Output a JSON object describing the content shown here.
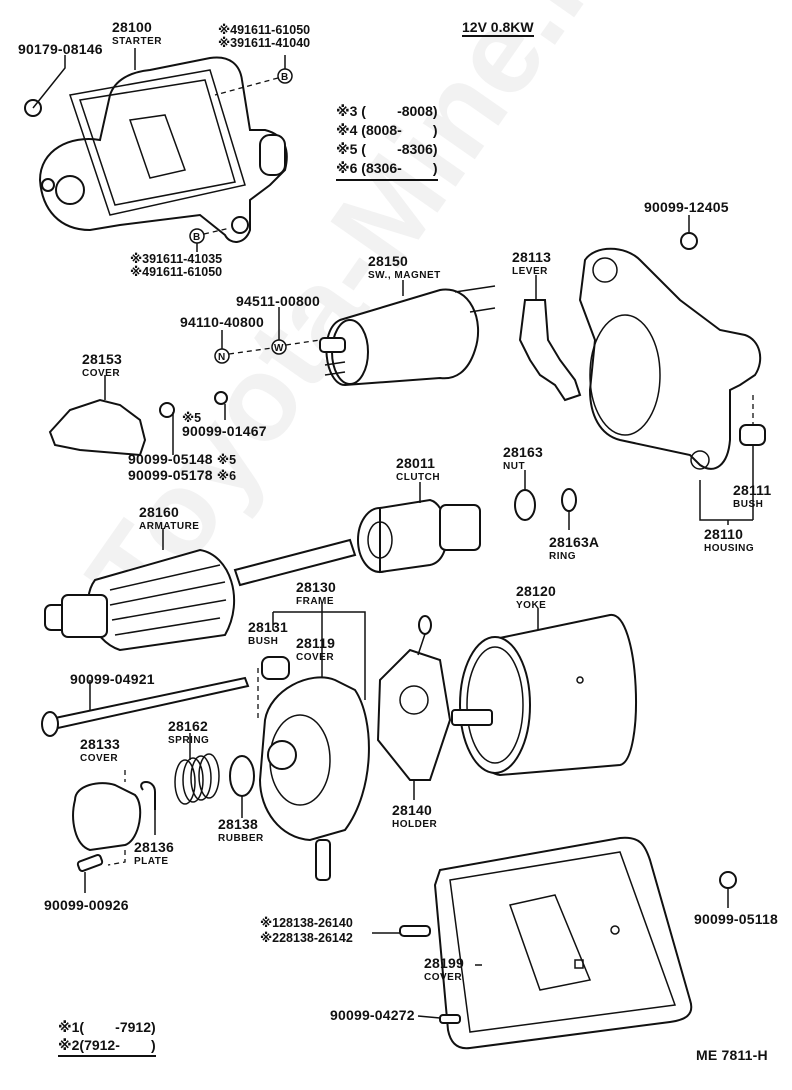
{
  "header": {
    "spec": "12V 0.8KW",
    "drawing_code": "ME 7811-H",
    "watermark": "Toyota-Mine.ru"
  },
  "notes_top": [
    {
      "mark": "※3",
      "range": "(        -8008)"
    },
    {
      "mark": "※4",
      "range": "(8008-        )"
    },
    {
      "mark": "※5",
      "range": "(        -8306)"
    },
    {
      "mark": "※6",
      "range": "(8306-        )"
    }
  ],
  "notes_bottom": [
    {
      "mark": "※1",
      "range": "(        -7912)"
    },
    {
      "mark": "※2",
      "range": "(7912-        )"
    }
  ],
  "markers": {
    "b": "B",
    "n": "N",
    "w": "W"
  },
  "parts": {
    "starter": {
      "number": "28100",
      "name": "STARTER"
    },
    "bolt_top_left": {
      "number": "90179-08146"
    },
    "bolt_b_top": {
      "lines": [
        "※491611-61050",
        "※391611-41040"
      ]
    },
    "bolt_b_bottom": {
      "lines": [
        "※391611-41035",
        "※491611-61050"
      ]
    },
    "sw_magnet": {
      "number": "28150",
      "name": "SW., MAGNET"
    },
    "washer_w": {
      "number": "94511-00800"
    },
    "nut_n": {
      "number": "94110-40800"
    },
    "lever": {
      "number": "28113",
      "name": "LEVER"
    },
    "nut_housing": {
      "number": "90099-12405"
    },
    "cover_28153": {
      "number": "28153",
      "name": "COVER"
    },
    "washer_01467": {
      "number": "90099-01467",
      "mark": "※5"
    },
    "nut_05148": {
      "number": "90099-05148",
      "mark": "※5"
    },
    "nut_05178": {
      "number": "90099-05178",
      "mark": "※6"
    },
    "clutch": {
      "number": "28011",
      "name": "CLUTCH"
    },
    "nut_28163": {
      "number": "28163",
      "name": "NUT"
    },
    "ring": {
      "number": "28163A",
      "name": "RING"
    },
    "bush_28111": {
      "number": "28111",
      "name": "BUSH"
    },
    "housing": {
      "number": "28110",
      "name": "HOUSING"
    },
    "armature": {
      "number": "28160",
      "name": "ARMATURE"
    },
    "frame": {
      "number": "28130",
      "name": "FRAME"
    },
    "bush_28131": {
      "number": "28131",
      "name": "BUSH"
    },
    "cover_28119": {
      "number": "28119",
      "name": "COVER"
    },
    "yoke": {
      "number": "28120",
      "name": "YOKE"
    },
    "through_bolt": {
      "number": "90099-04921"
    },
    "spring": {
      "number": "28162",
      "name": "SPRING"
    },
    "cover_28133": {
      "number": "28133",
      "name": "COVER"
    },
    "rubber": {
      "number": "28138",
      "name": "RUBBER"
    },
    "plate": {
      "number": "28136",
      "name": "PLATE"
    },
    "holder": {
      "number": "28140",
      "name": "HOLDER"
    },
    "screw_00926": {
      "number": "90099-00926"
    },
    "brush": {
      "lines": [
        "※128138-26140",
        "※228138-26142"
      ]
    },
    "cover_28199": {
      "number": "28199",
      "name": "COVER"
    },
    "nut_05118": {
      "number": "90099-05118"
    },
    "bolt_04272": {
      "number": "90099-04272"
    }
  }
}
